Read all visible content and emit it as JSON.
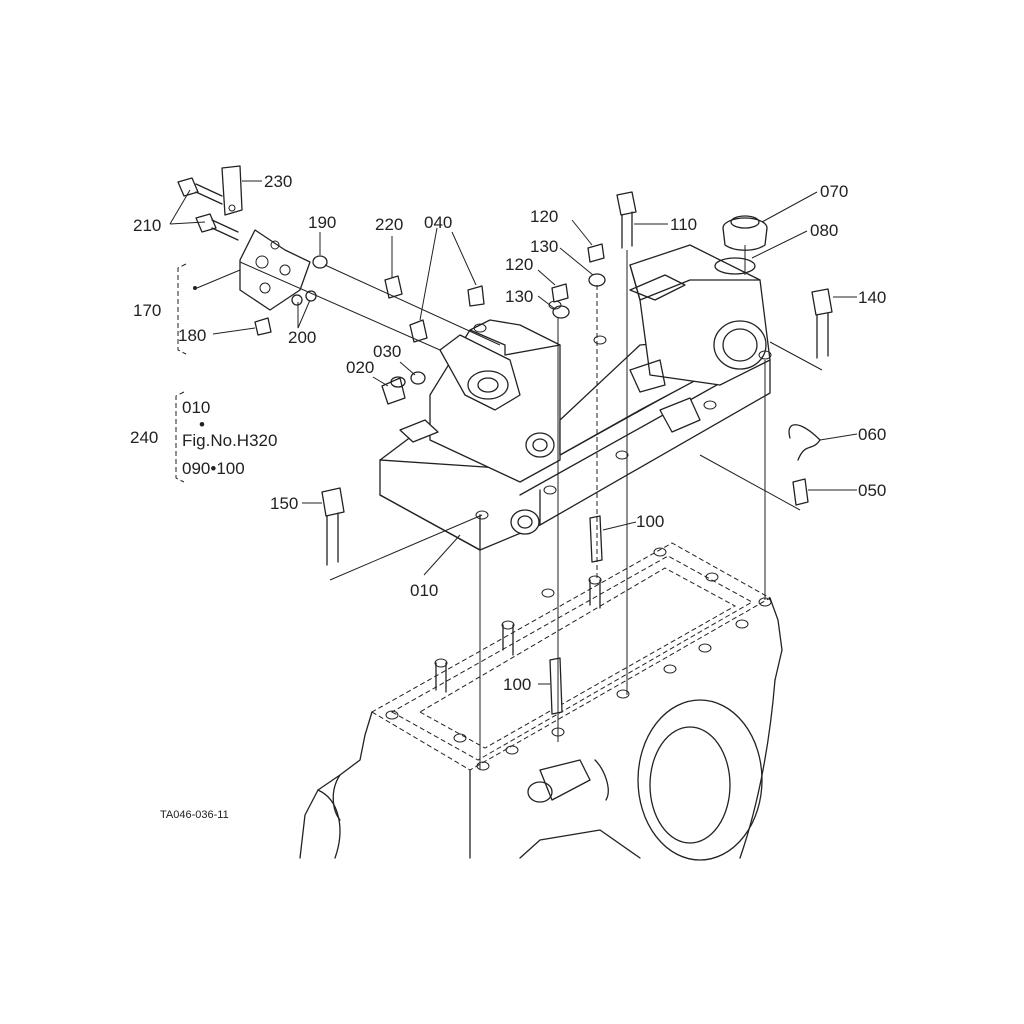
{
  "drawing_code": "TA046-036-11",
  "callouts": [
    {
      "id": "230",
      "text": "230"
    },
    {
      "id": "210",
      "text": "210"
    },
    {
      "id": "190",
      "text": "190"
    },
    {
      "id": "220",
      "text": "220"
    },
    {
      "id": "040",
      "text": "040"
    },
    {
      "id": "120a",
      "text": "120"
    },
    {
      "id": "130a",
      "text": "130"
    },
    {
      "id": "120b",
      "text": "120"
    },
    {
      "id": "130b",
      "text": "130"
    },
    {
      "id": "110",
      "text": "110"
    },
    {
      "id": "070",
      "text": "070"
    },
    {
      "id": "080",
      "text": "080"
    },
    {
      "id": "140",
      "text": "140"
    },
    {
      "id": "170",
      "text": "170"
    },
    {
      "id": "180",
      "text": "180"
    },
    {
      "id": "200",
      "text": "200"
    },
    {
      "id": "030",
      "text": "030"
    },
    {
      "id": "020",
      "text": "020"
    },
    {
      "id": "060",
      "text": "060"
    },
    {
      "id": "050",
      "text": "050"
    },
    {
      "id": "150",
      "text": "150"
    },
    {
      "id": "100a",
      "text": "100"
    },
    {
      "id": "010",
      "text": "010"
    },
    {
      "id": "100b",
      "text": "100"
    }
  ],
  "group_240": {
    "label": "240",
    "line1": "010",
    "dot": "•",
    "line2": "Fig.No.H320",
    "line3": "090•100"
  }
}
